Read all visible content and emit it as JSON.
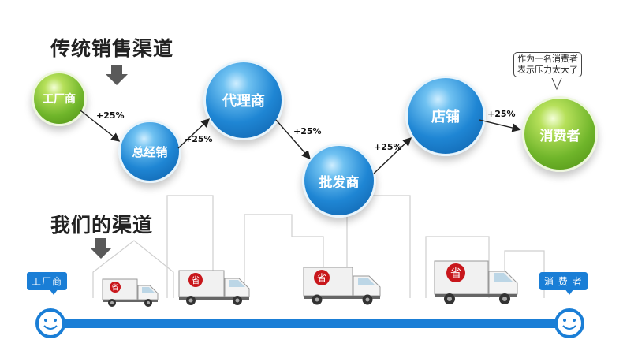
{
  "traditional": {
    "title": "传统销售渠道",
    "nodes": [
      "工厂商",
      "总经销",
      "代理商",
      "批发商",
      "店铺",
      "消费者"
    ],
    "increments": [
      "+25%",
      "+25%",
      "+25%",
      "+25%",
      "+25%"
    ],
    "consumer_note_line1": "作为一名消费者",
    "consumer_note_line2": "表示压力太大了"
  },
  "ours": {
    "title": "我们的渠道",
    "start_label": "工厂商",
    "end_label": "消 费 者",
    "truck_label": "省",
    "truck_count": 4
  },
  "colors": {
    "bubble_blue": "#1f86d4",
    "bubble_green": "#6fb52a",
    "track_blue": "#1a7ed6"
  },
  "icons": [
    "down-arrow-icon",
    "right-arrow-icon",
    "smiley-icon",
    "truck-icon",
    "building-outline"
  ]
}
